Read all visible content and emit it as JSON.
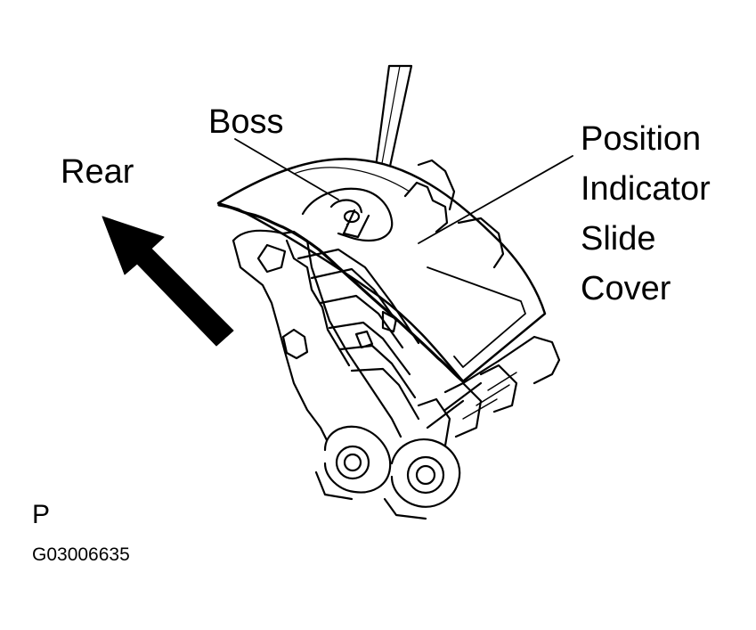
{
  "labels": {
    "boss": "Boss",
    "rear": "Rear",
    "position_indicator": [
      "Position",
      "Indicator",
      "Slide",
      "Cover"
    ],
    "position_letter": "P",
    "figure_code": "G03006635"
  }
}
